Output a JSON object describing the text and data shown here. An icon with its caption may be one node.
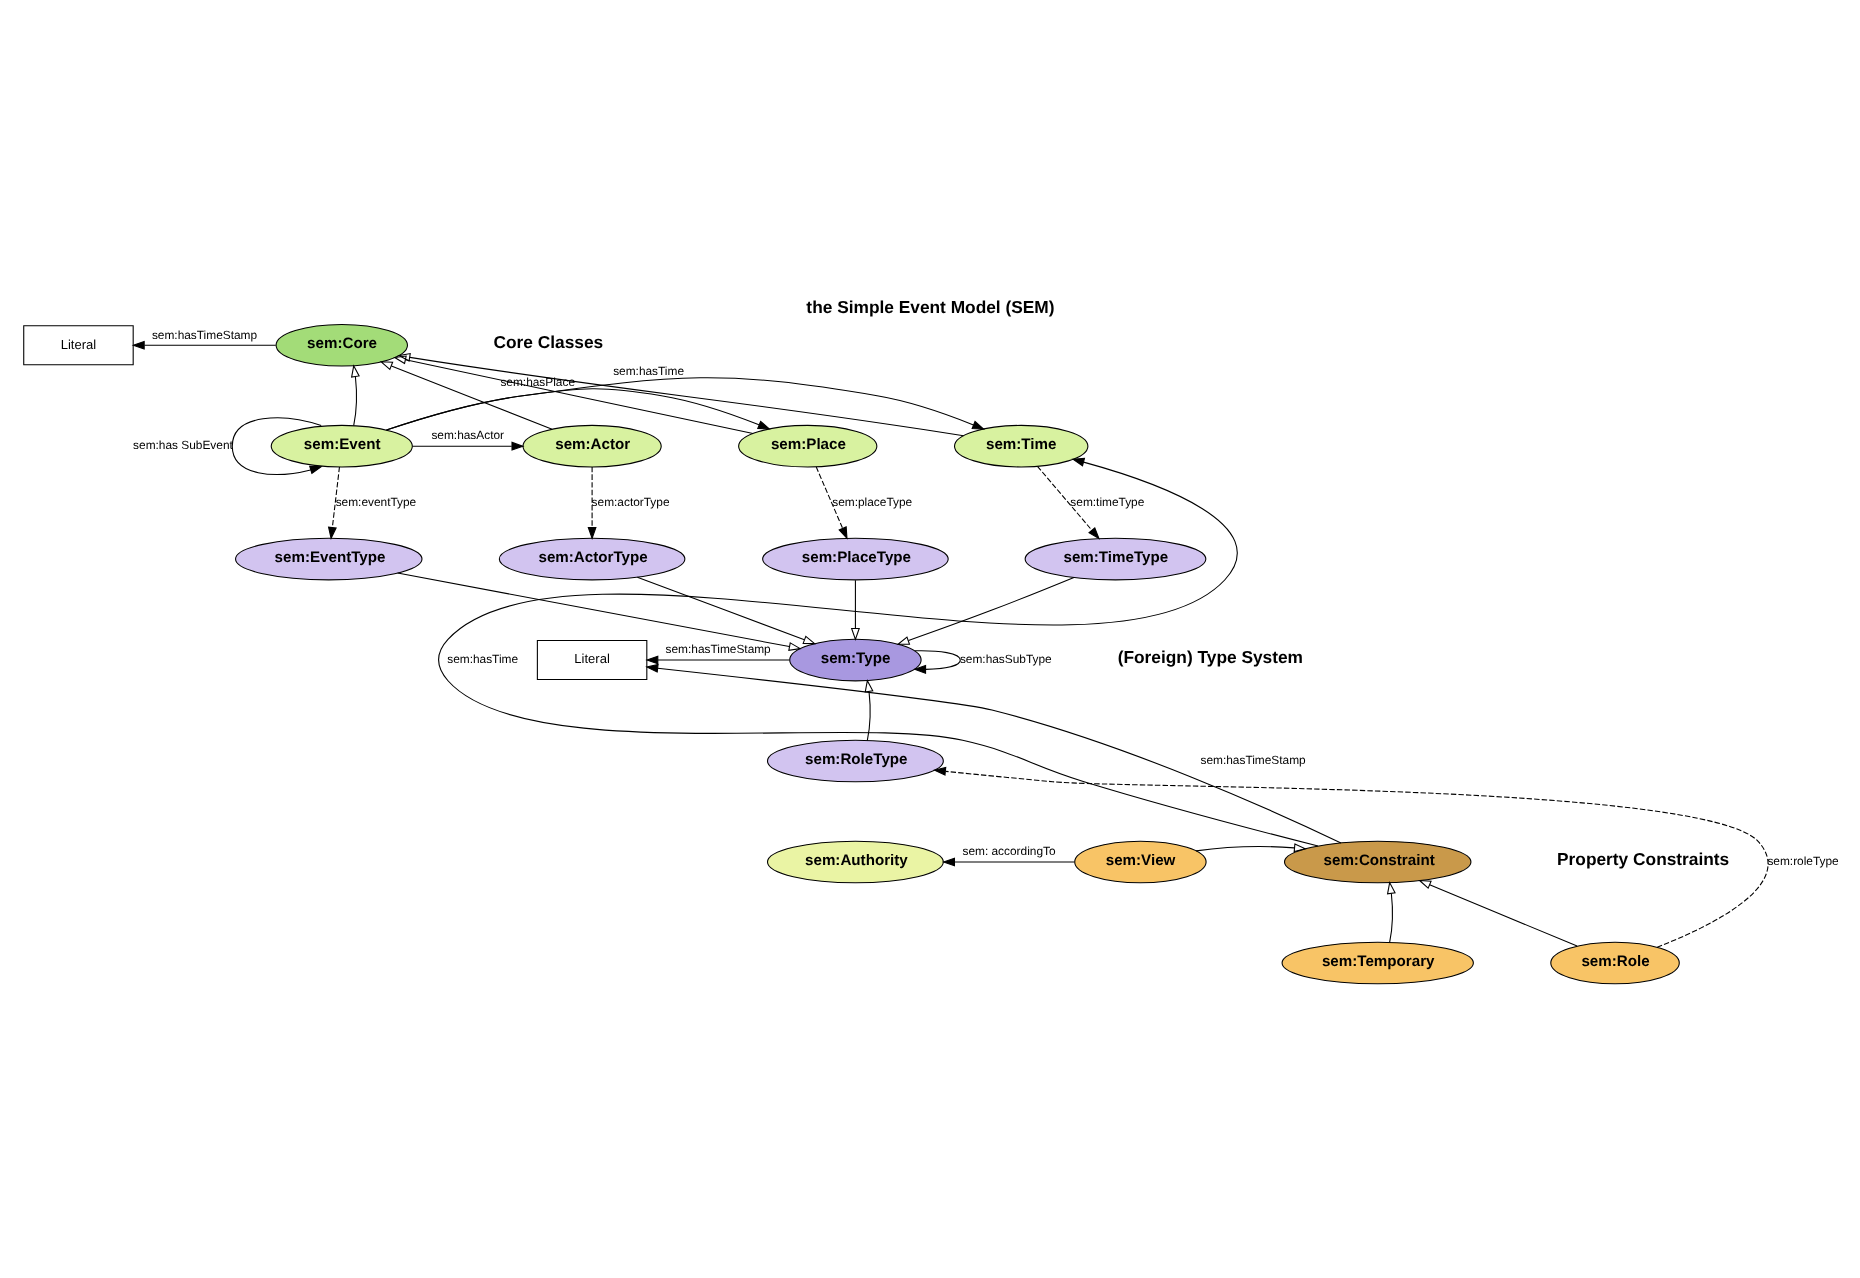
{
  "diagram": {
    "title": "the Simple Event Model (SEM)",
    "nodes": [
      {
        "text": [
          "Literal"
        ]
      },
      {
        "text": [
          "sem:Core"
        ]
      },
      {
        "text": [
          "sem:Event"
        ]
      },
      {
        "text": [
          "sem:Actor"
        ]
      },
      {
        "text": [
          "sem:Place"
        ]
      },
      {
        "text": [
          "sem:Time"
        ]
      },
      {
        "text": [
          "sem:EventType"
        ]
      },
      {
        "text": [
          "sem:ActorType"
        ]
      },
      {
        "text": [
          "sem:PlaceType"
        ]
      },
      {
        "text": [
          "sem:TimeType"
        ]
      },
      {
        "text": [
          "Literal"
        ]
      },
      {
        "text": [
          "sem:Type"
        ]
      },
      {
        "text": [
          "sem:RoleType"
        ]
      },
      {
        "text": [
          "sem:Authority"
        ]
      },
      {
        "text": [
          "sem:View"
        ]
      },
      {
        "text": [
          "sem:Constraint"
        ]
      },
      {
        "text": [
          "sem:Temporary"
        ]
      },
      {
        "text": [
          "sem:Role"
        ]
      }
    ],
    "edges": [
      {
        "from": 1,
        "to": 0,
        "arrow": "to",
        "label": "sem:hasTimeStamp"
      },
      {
        "from": 2,
        "to": 1,
        "arrow": "to"
      },
      {
        "from": 3,
        "to": 1,
        "arrow": "to"
      },
      {
        "from": 4,
        "to": 1,
        "arrow": "to"
      },
      {
        "from": 5,
        "to": 1,
        "arrow": "to"
      },
      {
        "from": 2,
        "to": 4,
        "arrow": "to",
        "label": "sem:hasPlace"
      },
      {
        "from": 2,
        "to": 3,
        "arrow": "to",
        "label": "sem:hasActor"
      },
      {
        "from": 2,
        "to": 2,
        "arrow": "to",
        "label": "sem:has SubEvent"
      },
      {
        "from": 2,
        "to": 5,
        "arrow": "to",
        "label": "sem:hasTime"
      },
      {
        "from": 2,
        "to": 6,
        "arrow": "to",
        "label": "sem:eventType",
        "style": "dashed"
      },
      {
        "from": 3,
        "to": 7,
        "arrow": "to",
        "label": "sem:actorType",
        "style": "dashed"
      },
      {
        "from": 4,
        "to": 8,
        "arrow": "to",
        "label": "sem:placeType",
        "style": "dashed"
      },
      {
        "from": 5,
        "to": 9,
        "arrow": "to",
        "label": "sem:timeType",
        "style": "dashed"
      },
      {
        "from": 6,
        "to": 11,
        "arrow": "to"
      },
      {
        "from": 7,
        "to": 11,
        "arrow": "to"
      },
      {
        "from": 8,
        "to": 11,
        "arrow": "to"
      },
      {
        "from": 9,
        "to": 11,
        "arrow": "to"
      },
      {
        "from": 11,
        "to": 10,
        "arrow": "to",
        "label": "sem:hasTimeStamp"
      },
      {
        "from": 11,
        "to": 11,
        "arrow": "to",
        "label": "sem:hasSubType"
      },
      {
        "from": 12,
        "to": 11,
        "arrow": "to"
      },
      {
        "from": 15,
        "to": 10,
        "arrow": "to",
        "label": "sem:hasTimeStamp"
      },
      {
        "from": 17,
        "to": 12,
        "arrow": "to",
        "label": "sem:roleType",
        "style": "dashed"
      },
      {
        "from": 14,
        "to": 13,
        "arrow": "to",
        "label": "sem: accordingTo"
      },
      {
        "from": 14,
        "to": 15,
        "arrow": "to"
      },
      {
        "from": 16,
        "to": 15,
        "arrow": "to"
      },
      {
        "from": 17,
        "to": 15,
        "arrow": "to"
      },
      {
        "from": 15,
        "to": 5,
        "arrow": "to",
        "label": "sem:hasTime"
      }
    ],
    "labels": [
      "Core Classes",
      "(Foreign) Type System",
      "Property Constraints"
    ]
  }
}
